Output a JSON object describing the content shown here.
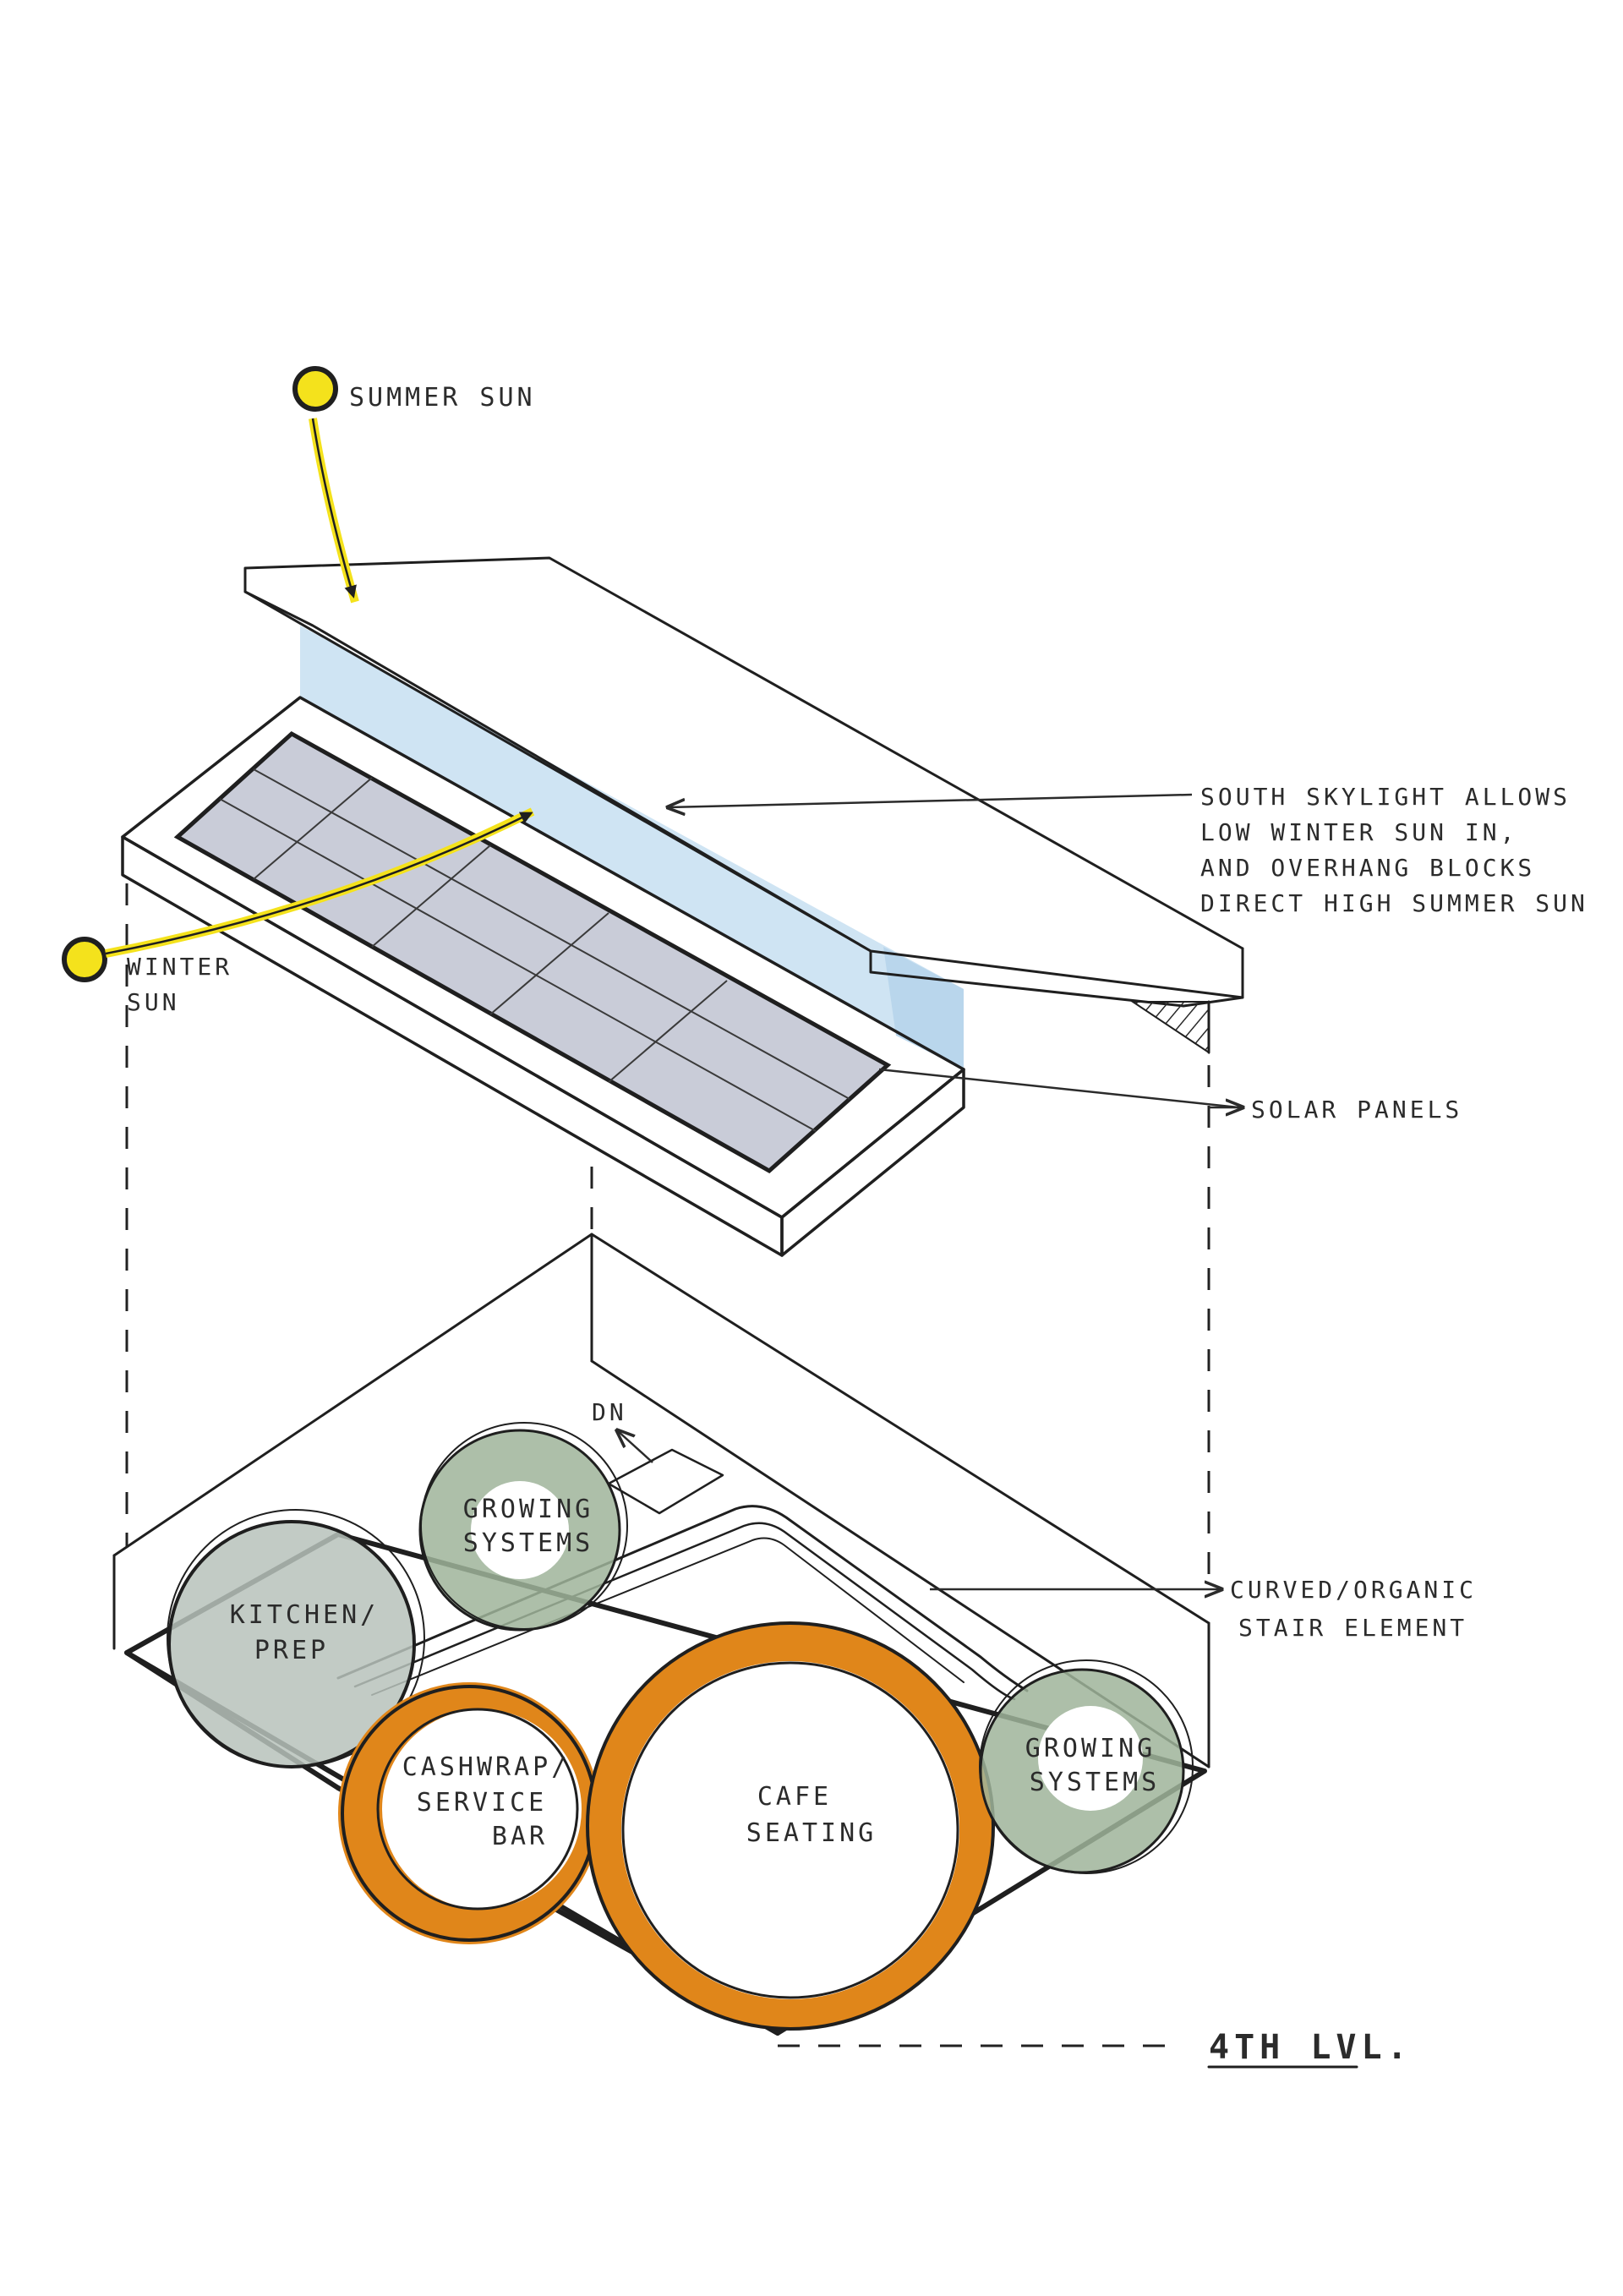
{
  "labels": {
    "summer_sun": "SUMMER SUN",
    "winter_sun_line1": "WINTER",
    "winter_sun_line2": "SUN",
    "skylight_note_line1": "SOUTH SKYLIGHT ALLOWS",
    "skylight_note_line2": "LOW WINTER SUN IN,",
    "skylight_note_line3": "AND OVERHANG BLOCKS",
    "skylight_note_line4": "DIRECT HIGH SUMMER SUN",
    "solar_panels": "SOLAR PANELS",
    "stair_line1": "CURVED/ORGANIC",
    "stair_line2": "STAIR ELEMENT",
    "dn": "DN",
    "level": "4TH LVL."
  },
  "bubbles": {
    "kitchen_line1": "KITCHEN/",
    "kitchen_line2": "PREP",
    "growing_top_line1": "GROWING",
    "growing_top_line2": "SYSTEMS",
    "cashwrap_line1": "CASHWRAP/",
    "cashwrap_line2": "SERVICE",
    "cashwrap_line3": "BAR",
    "cafe_line1": "CAFE",
    "cafe_line2": "SEATING",
    "growing_right_line1": "GROWING",
    "growing_right_line2": "SYSTEMS"
  },
  "colors": {
    "sun_yellow": "#f4e21c",
    "sky_blue": "#cfe4f3",
    "panel_grey": "#c9ccd8",
    "sage_green": "#9fb49a",
    "kitchen_grey": "#b7c2bb",
    "orange": "#e0861a",
    "ink": "#1f1f1f"
  },
  "icons": {
    "sun": "sun-icon",
    "arrow": "arrow-icon"
  }
}
